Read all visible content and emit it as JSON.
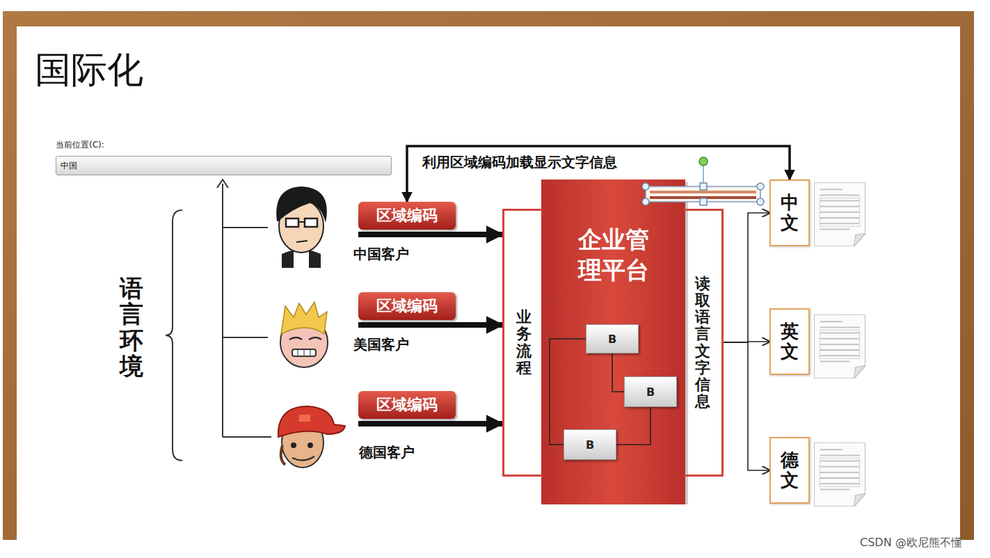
{
  "diagram": {
    "title": "国际化",
    "nodes": [
      {
        "text": [
          "当前位置(C):",
          "中国"
        ]
      },
      {
        "text": [
          "区域编码"
        ]
      },
      {
        "text": [
          "区域编码"
        ]
      },
      {
        "text": [
          "区域编码"
        ]
      },
      {
        "text": [
          "业务流程"
        ]
      },
      {
        "text": [
          "企业管理平台"
        ]
      },
      {
        "text": [
          "B"
        ],
        "in": 5
      },
      {
        "text": [
          "B"
        ],
        "in": 5
      },
      {
        "text": [
          "B"
        ],
        "in": 5
      },
      {
        "text": [
          "读取语言文字信息"
        ]
      },
      {
        "text": [
          "中文"
        ]
      },
      {
        "text": [
          "英文"
        ]
      },
      {
        "text": [
          "德文"
        ]
      }
    ],
    "edges": [
      {
        "from": 1,
        "to": 4,
        "arrow": "to"
      },
      {
        "from": 2,
        "to": 4,
        "arrow": "to"
      },
      {
        "from": 3,
        "to": 4,
        "arrow": "to"
      },
      {
        "from": 1,
        "to": 10,
        "arrow": "both",
        "label": "利用区域编码加载显示文字信息"
      },
      {
        "from": 6,
        "to": 7,
        "arrow": "none"
      },
      {
        "from": 6,
        "to": 8,
        "arrow": "none"
      },
      {
        "from": 7,
        "to": 8,
        "arrow": "none"
      },
      {
        "from": 9,
        "to": 10,
        "arrow": "to"
      },
      {
        "from": 9,
        "to": 11,
        "arrow": "to"
      },
      {
        "from": 9,
        "to": 12,
        "arrow": "to"
      }
    ],
    "labels": [
      "语言环境",
      "中国客户",
      "美国客户",
      "德国客户",
      "CSDN @欧尼熊不懂"
    ]
  }
}
